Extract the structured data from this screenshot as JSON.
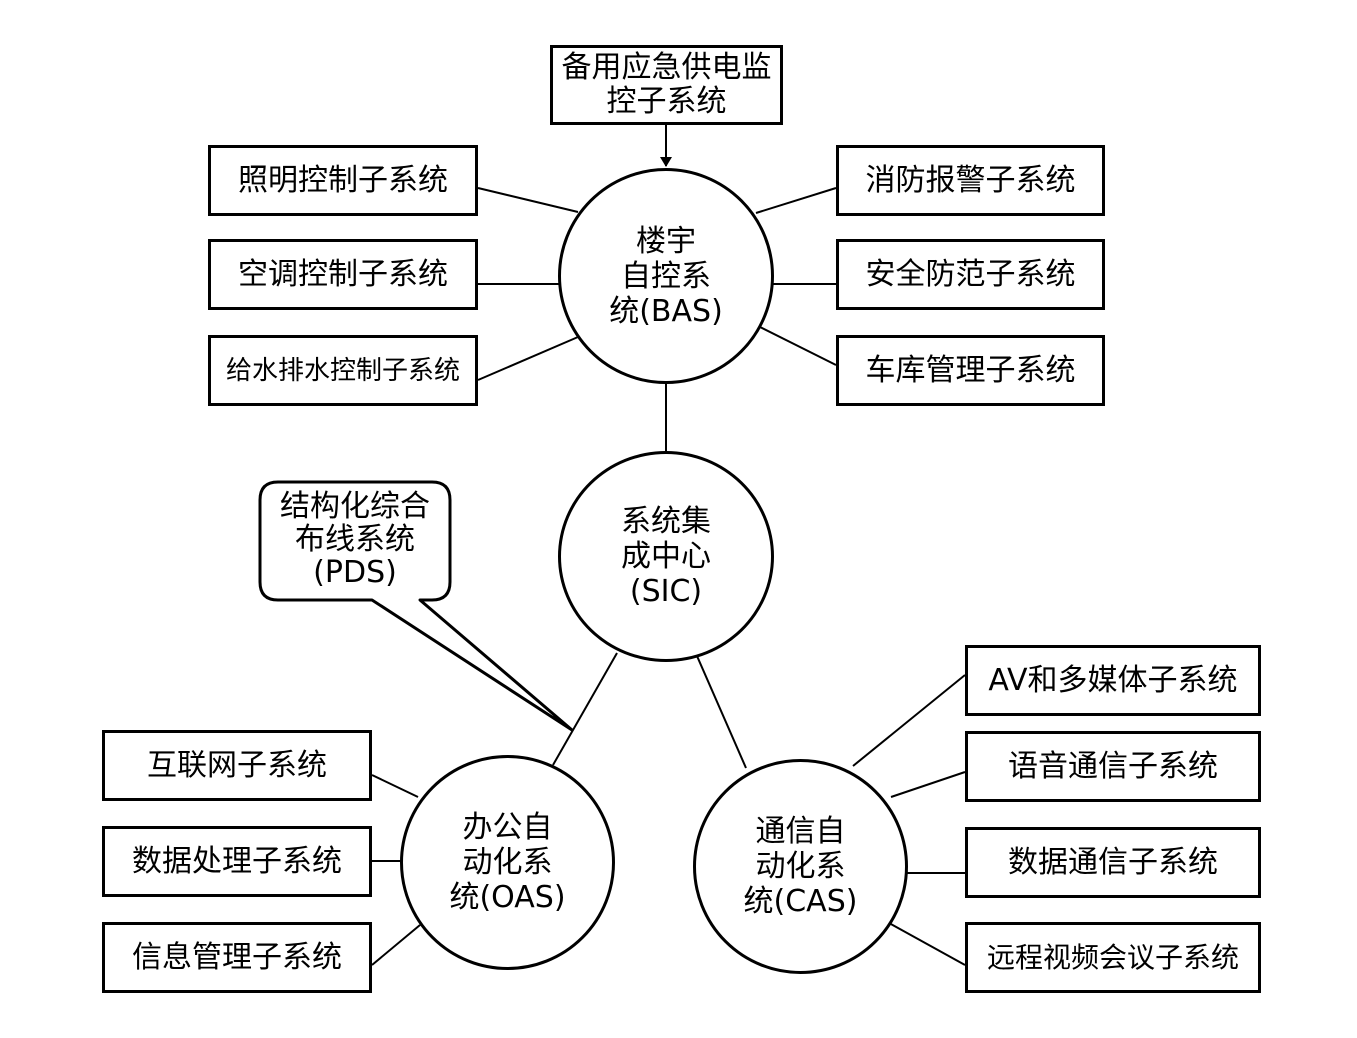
{
  "center": {
    "lines": [
      "系统集",
      "成中心",
      "(SIC)"
    ]
  },
  "bas": {
    "lines": [
      "楼宇",
      "自控系",
      "统(BAS)"
    ],
    "top": {
      "lines": [
        "备用应急供电监",
        "控子系统"
      ]
    },
    "left": [
      "照明控制子系统",
      "空调控制子系统",
      "给水排水控制子系统"
    ],
    "right": [
      "消防报警子系统",
      "安全防范子系统",
      "车库管理子系统"
    ]
  },
  "pds": {
    "lines": [
      "结构化综合",
      "布线系统",
      "(PDS)"
    ]
  },
  "oas": {
    "lines": [
      "办公自",
      "动化系",
      "统(OAS)"
    ],
    "items": [
      "互联网子系统",
      "数据处理子系统",
      "信息管理子系统"
    ]
  },
  "cas": {
    "lines": [
      "通信自",
      "动化系",
      "统(CAS)"
    ],
    "items": [
      "AV和多媒体子系统",
      "语音通信子系统",
      "数据通信子系统",
      "远程视频会议子系统"
    ]
  }
}
